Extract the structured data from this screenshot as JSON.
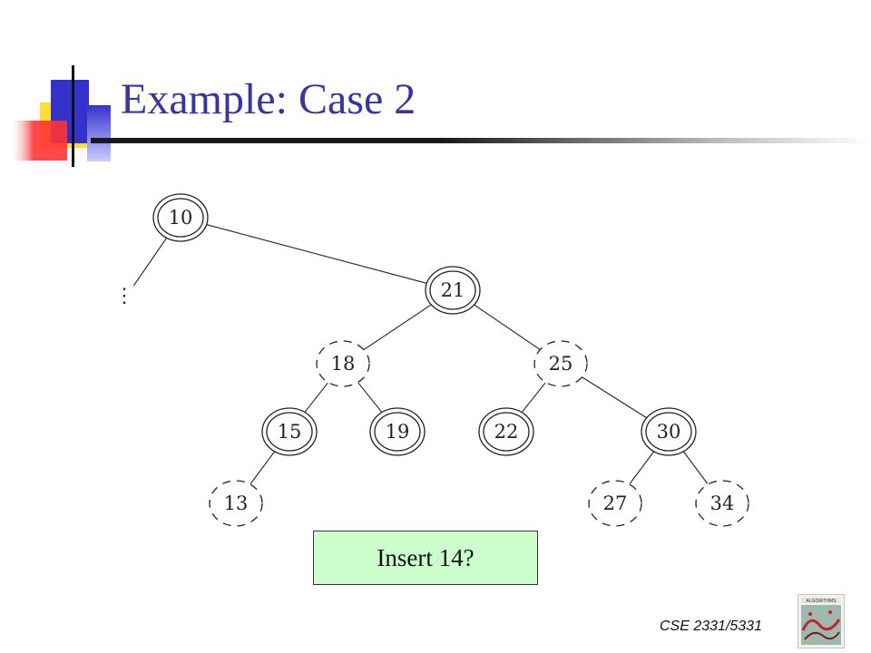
{
  "slide": {
    "title": "Example: Case 2",
    "callout": "Insert 14?",
    "footer": "CSE 2331/5331",
    "book_icon_text": "ALGORITHMS"
  },
  "colors": {
    "title": "#3535a8",
    "callout_bg": "#ccffcc",
    "deco_blue": "#3333cc",
    "deco_yellow": "#ffdd33",
    "deco_red": "#ff3333"
  },
  "tree": {
    "nodes": [
      {
        "id": "n10",
        "key": "10",
        "style": "double"
      },
      {
        "id": "n21",
        "key": "21",
        "style": "double"
      },
      {
        "id": "n18",
        "key": "18",
        "style": "dashed"
      },
      {
        "id": "n25",
        "key": "25",
        "style": "dashed"
      },
      {
        "id": "n15",
        "key": "15",
        "style": "double"
      },
      {
        "id": "n19",
        "key": "19",
        "style": "double"
      },
      {
        "id": "n22",
        "key": "22",
        "style": "double"
      },
      {
        "id": "n30",
        "key": "30",
        "style": "double"
      },
      {
        "id": "n13",
        "key": "13",
        "style": "dashed"
      },
      {
        "id": "n27",
        "key": "27",
        "style": "dashed"
      },
      {
        "id": "n34",
        "key": "34",
        "style": "dashed"
      }
    ],
    "edges": [
      [
        "n10",
        "dots"
      ],
      [
        "n10",
        "n21"
      ],
      [
        "n21",
        "n18"
      ],
      [
        "n21",
        "n25"
      ],
      [
        "n18",
        "n15"
      ],
      [
        "n18",
        "n19"
      ],
      [
        "n25",
        "n22"
      ],
      [
        "n25",
        "n30"
      ],
      [
        "n15",
        "n13"
      ],
      [
        "n30",
        "n27"
      ],
      [
        "n30",
        "n34"
      ]
    ],
    "ellipsis": "⋮"
  }
}
